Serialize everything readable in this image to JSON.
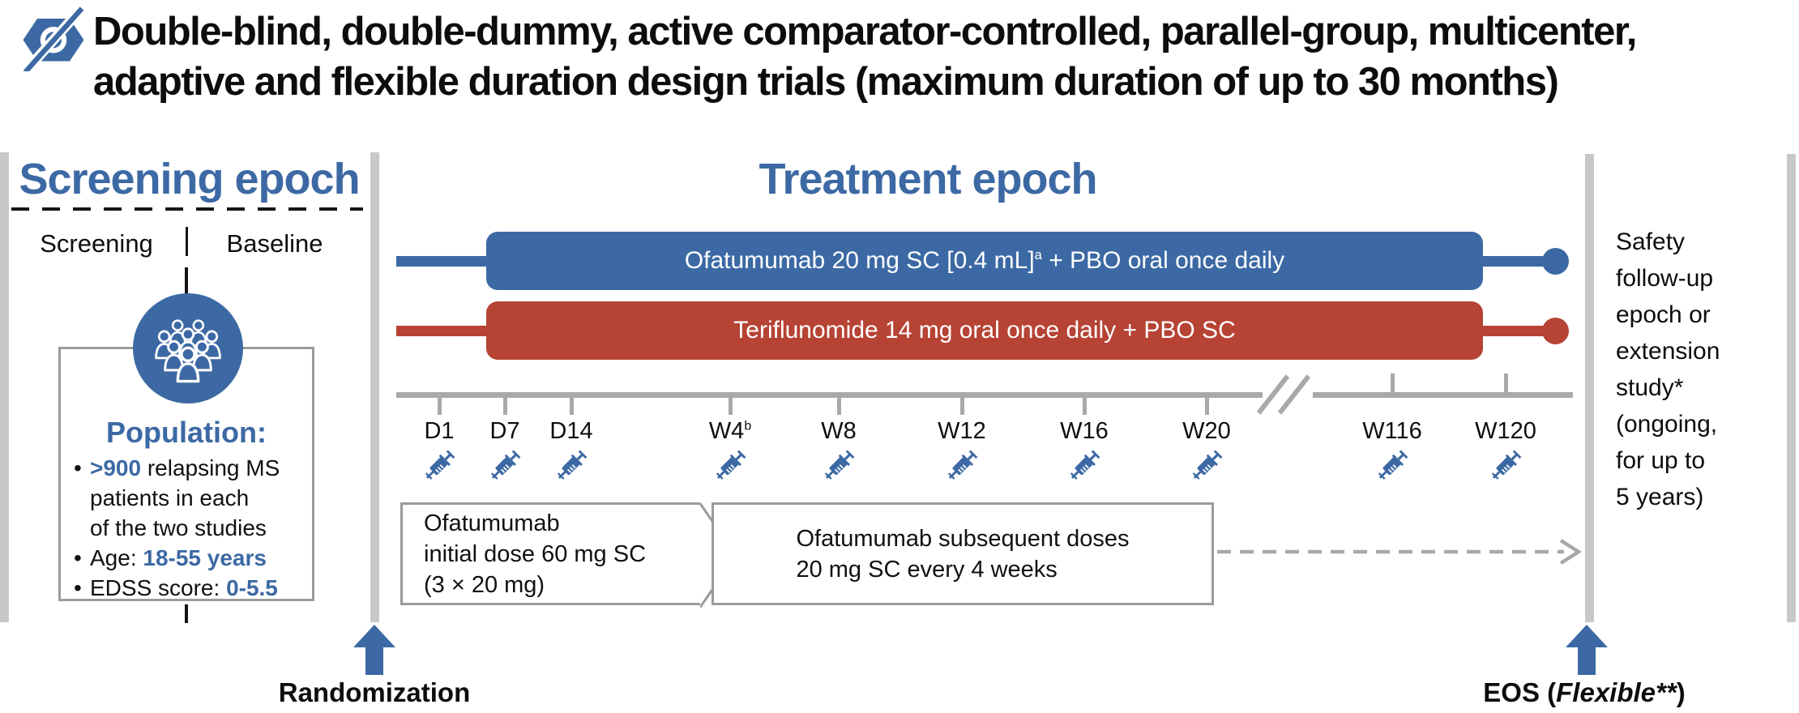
{
  "colors": {
    "blue": "#3c69a4",
    "red": "#b64334",
    "gray_bar": "#c8c8c8",
    "gray_line": "#a9a9a9",
    "box_border": "#9b9b9b",
    "text": "#111111"
  },
  "header": {
    "icon": "blinded-eye-icon",
    "title": "Double-blind, double-dummy, active comparator-controlled, parallel-group, multicenter,\nadaptive and flexible duration design trials (maximum duration of up to 30 months)"
  },
  "screening": {
    "heading": "Screening epoch",
    "phase_left": "Screening",
    "phase_right": "Baseline",
    "population": {
      "icon": "people-group-icon",
      "heading": "Population:",
      "bullet_marker": "•",
      "b1_strong": ">900",
      "b1_rest": " relapsing MS\npatients in each\nof the two studies",
      "b2_label": "Age: ",
      "b2_value": "18-55 years",
      "b3_label": "EDSS score: ",
      "b3_value": "0-5.5"
    },
    "randomization_label": "Randomization"
  },
  "treatment": {
    "heading": "Treatment epoch",
    "arm1": {
      "text": "Ofatumumab 20 mg SC [0.4 mL]",
      "sup": "a",
      "rest": " + PBO oral once daily"
    },
    "arm2": {
      "text": "Teriflunomide 14 mg oral once daily + PBO SC"
    },
    "timeline": {
      "ticks": [
        "D1",
        "D7",
        "D14",
        "W4",
        "W8",
        "W12",
        "W16",
        "W20",
        "W116",
        "W120"
      ],
      "w4_sup": "b",
      "syringe_icon": "syringe-icon"
    },
    "initial_dose_box": "Ofatumumab\ninitial dose 60 mg SC\n(3 × 20 mg)",
    "subsequent_dose_box": "Ofatumumab subsequent doses\n20 mg SC every 4 weeks",
    "eos_prefix": "EOS (",
    "eos_emphasis": "Flexible**",
    "eos_suffix": ")"
  },
  "followup": {
    "text": "Safety\nfollow-up\nepoch or\nextension\nstudy*\n(ongoing,\nfor up to\n5 years)"
  }
}
